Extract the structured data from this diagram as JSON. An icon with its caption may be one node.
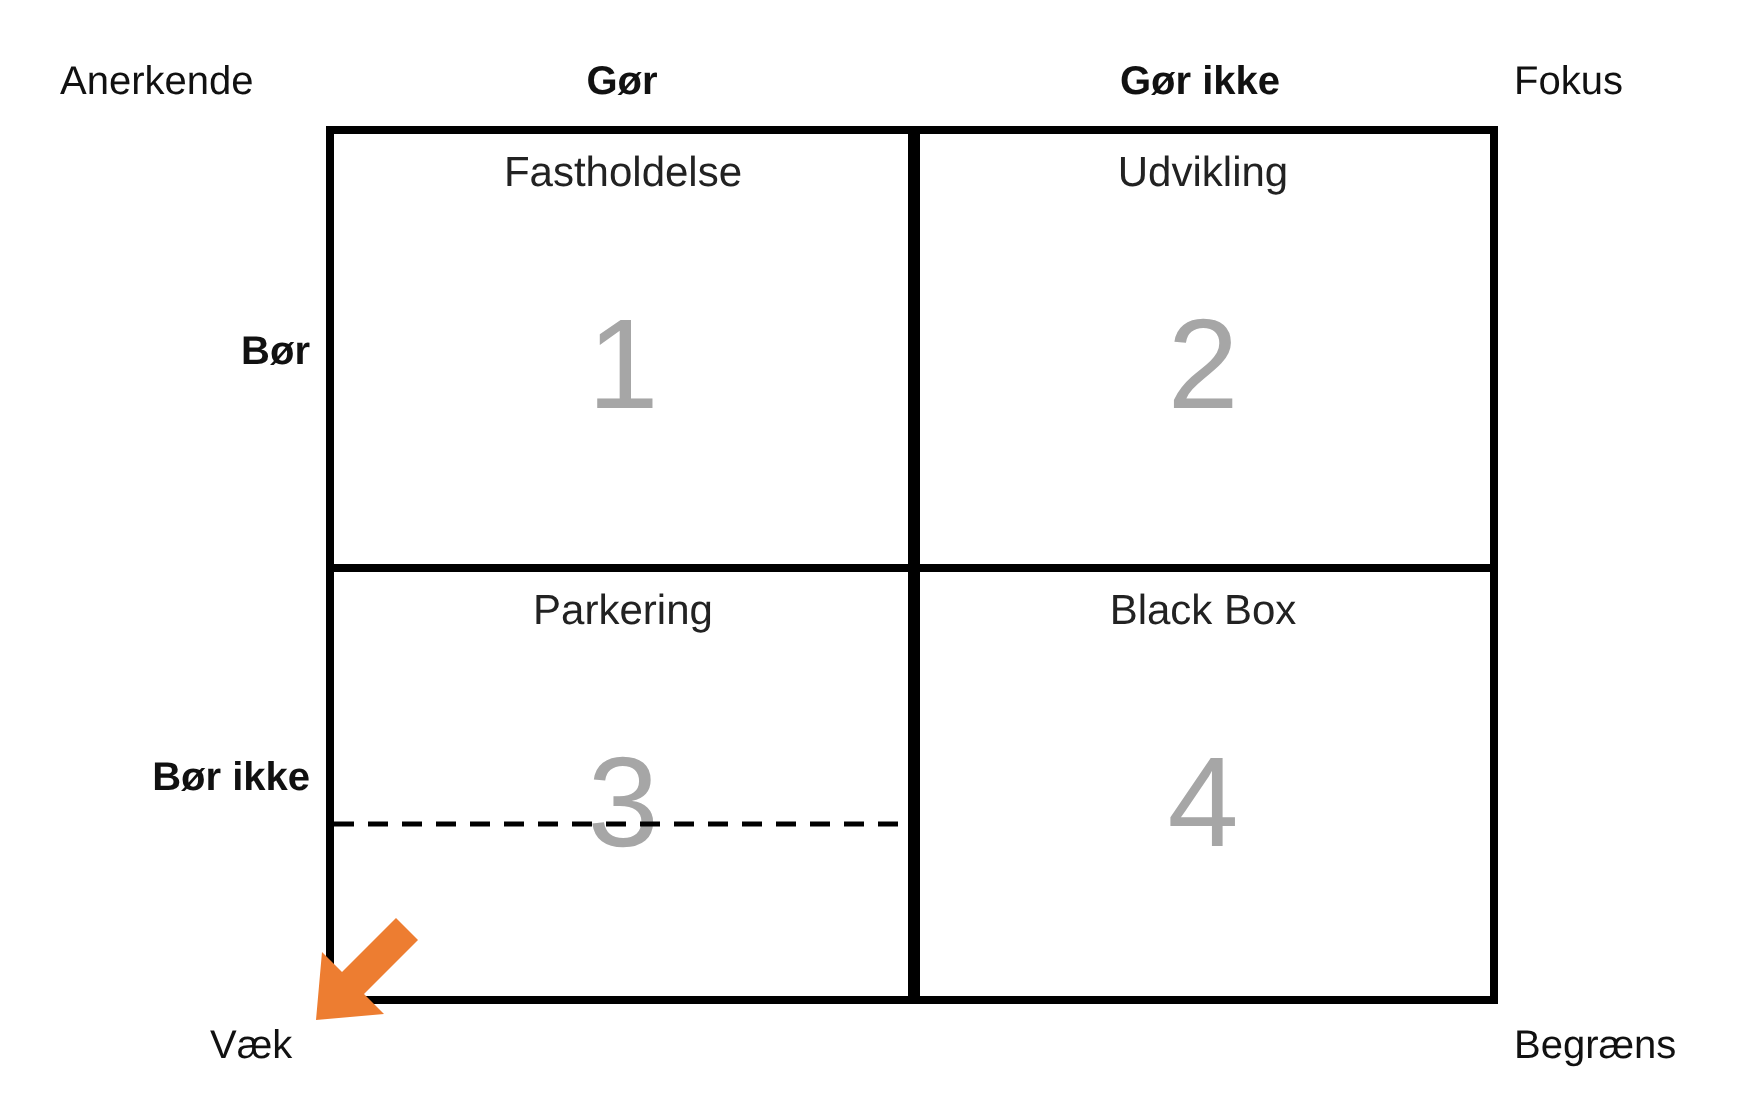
{
  "diagram": {
    "nodes": [
      {
        "text": [
          "Fastholdelse",
          "1"
        ]
      },
      {
        "text": [
          "Udvikling",
          "2"
        ]
      },
      {
        "text": [
          "Parkering",
          "3"
        ]
      },
      {
        "text": [
          "Black Box",
          "4"
        ]
      }
    ],
    "labels": [
      "Anerkende",
      "Gør",
      "Gør ikke",
      "Fokus",
      "Bør",
      "Bør ikke",
      "Væk",
      "Begræns"
    ]
  }
}
